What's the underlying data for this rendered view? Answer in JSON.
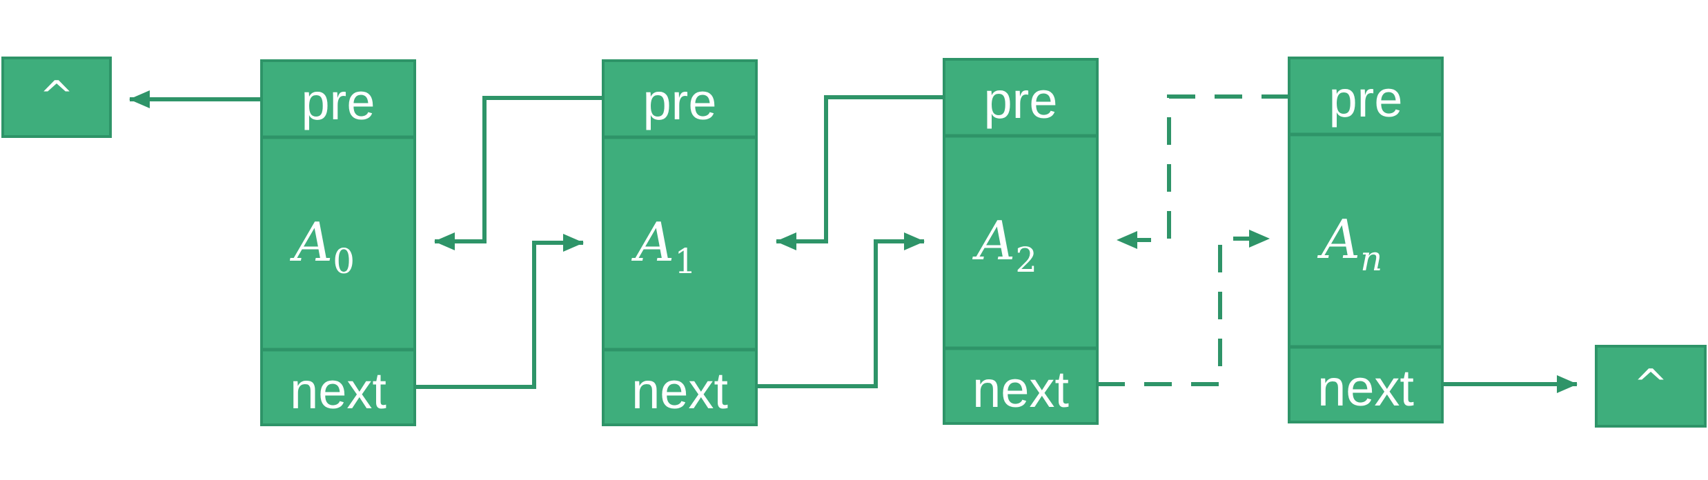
{
  "colors": {
    "fill": "#3EAE7C",
    "stroke": "#2E9468",
    "text": "#FFFFFF"
  },
  "nodes": [
    {
      "pre": "pre",
      "var": "A",
      "sub": "0",
      "next": "next"
    },
    {
      "pre": "pre",
      "var": "A",
      "sub": "1",
      "next": "next"
    },
    {
      "pre": "pre",
      "var": "A",
      "sub": "2",
      "next": "next"
    },
    {
      "pre": "pre",
      "var": "A",
      "sub": "n",
      "next": "next"
    }
  ],
  "null_left": "^",
  "null_right": "^"
}
